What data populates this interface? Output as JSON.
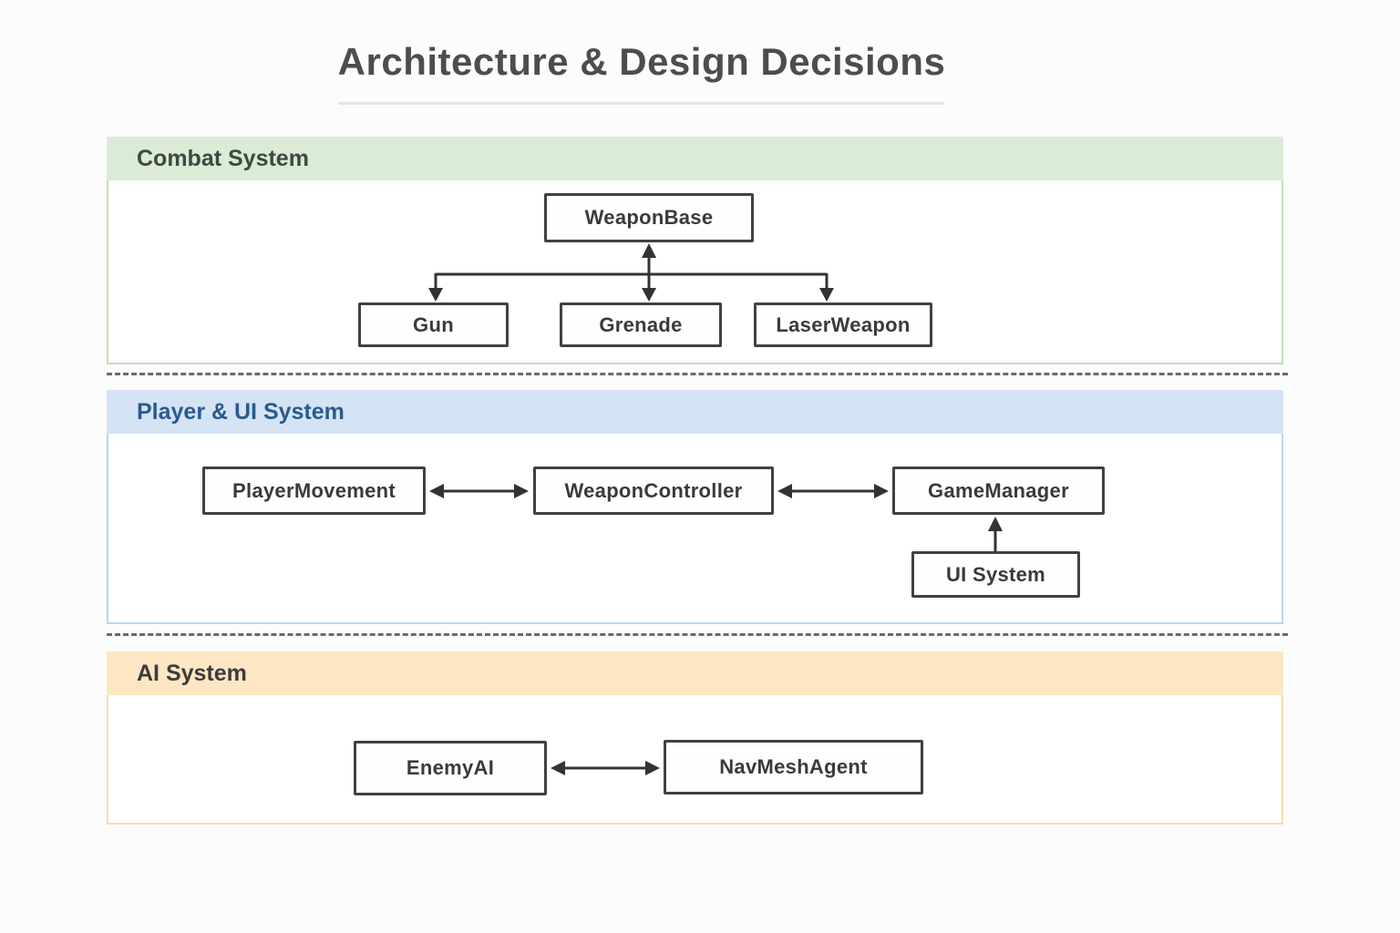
{
  "title": {
    "text": "Architecture & Design Decisions"
  },
  "sections": [
    {
      "title": "Combat System",
      "header_bg": "#dcebd6",
      "header_text_color": "#3d4a41",
      "border_color": "#c5dcbc",
      "nodes": [
        {
          "label": "WeaponBase"
        },
        {
          "label": "Gun"
        },
        {
          "label": "Grenade"
        },
        {
          "label": "LaserWeapon"
        }
      ],
      "edges": [
        {
          "from": "WeaponBase",
          "to": "Gun",
          "arrow": "to"
        },
        {
          "from": "WeaponBase",
          "to": "Grenade",
          "arrow": "both"
        },
        {
          "from": "WeaponBase",
          "to": "LaserWeapon",
          "arrow": "to"
        }
      ]
    },
    {
      "title": "Player & UI System",
      "header_bg": "#d4e4f4",
      "header_text_color": "#2a5a8e",
      "border_color": "#bcd4ec",
      "nodes": [
        {
          "label": "PlayerMovement"
        },
        {
          "label": "WeaponController"
        },
        {
          "label": "GameManager"
        },
        {
          "label": "UI System"
        }
      ],
      "edges": [
        {
          "from": "PlayerMovement",
          "to": "WeaponController",
          "arrow": "both"
        },
        {
          "from": "WeaponController",
          "to": "GameManager",
          "arrow": "both"
        },
        {
          "from": "UI System",
          "to": "GameManager",
          "arrow": "to"
        }
      ]
    },
    {
      "title": "AI System",
      "header_bg": "#fce6c3",
      "header_text_color": "#3c3c3c",
      "border_color": "#f6ddb4",
      "nodes": [
        {
          "label": "EnemyAI"
        },
        {
          "label": "NavMeshAgent"
        }
      ],
      "edges": [
        {
          "from": "EnemyAI",
          "to": "NavMeshAgent",
          "arrow": "both"
        }
      ]
    }
  ],
  "colors": {
    "page_bg": "#fcfcfc",
    "title_text": "#4d4d4d",
    "title_underline": "#e5e5e5",
    "node_border": "#414141",
    "node_text": "#3a3a3a",
    "arrow": "#333333",
    "separator": "#6b6b6b"
  }
}
